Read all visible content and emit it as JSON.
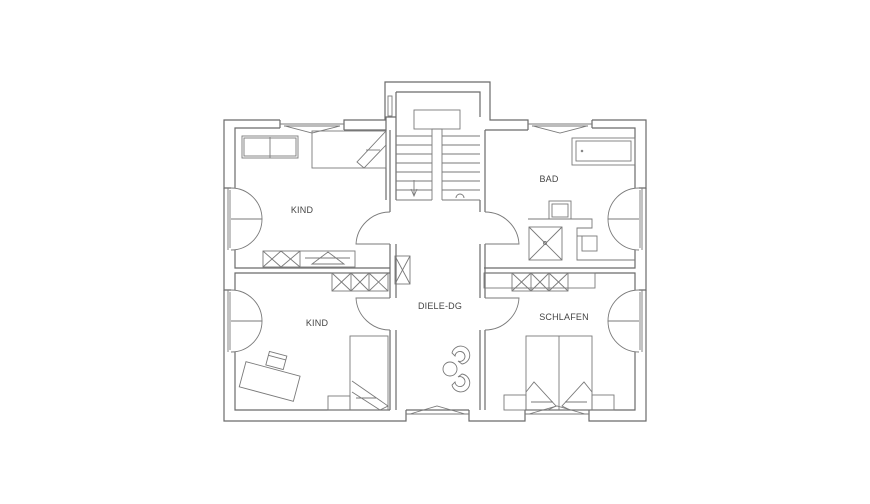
{
  "rooms": {
    "kind_top": "KIND",
    "kind_bottom": "KIND",
    "bad": "BAD",
    "diele": "DIELE-DG",
    "schlafen": "SCHLAFEN"
  }
}
